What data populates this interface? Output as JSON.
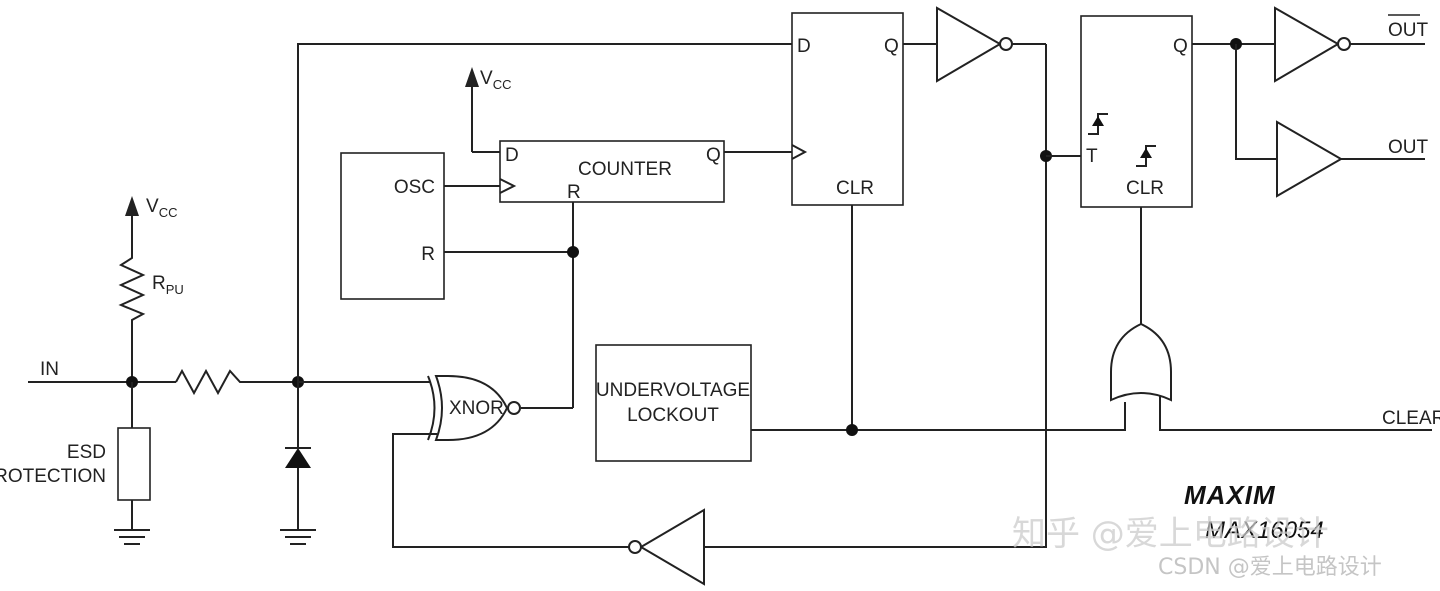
{
  "labels": {
    "vcc_main": "V",
    "vcc_sub": "CC",
    "rpu_main": "R",
    "rpu_sub": "PU",
    "in": "IN",
    "esd_line1": "ESD",
    "esd_line2": "PROTECTION",
    "osc": "OSC",
    "osc_r": "R",
    "counter_title": "COUNTER",
    "counter_d": "D",
    "counter_q": "Q",
    "counter_r": "R",
    "dff_d": "D",
    "dff_q": "Q",
    "dff_clr": "CLR",
    "tff_q": "Q",
    "tff_t": "T",
    "tff_clr": "CLR",
    "xnor": "XNOR",
    "uvlo_line1": "UNDERVOLTAGE",
    "uvlo_line2": "LOCKOUT",
    "out_bar": "OUT",
    "out": "OUT",
    "clear": "CLEAR"
  },
  "branding": {
    "logo": "MAXIM",
    "part_number": "MAX16054"
  },
  "watermark": {
    "zhihu": "知乎 @爱上电路设计",
    "csdn": "CSDN @爱上电路设计"
  }
}
